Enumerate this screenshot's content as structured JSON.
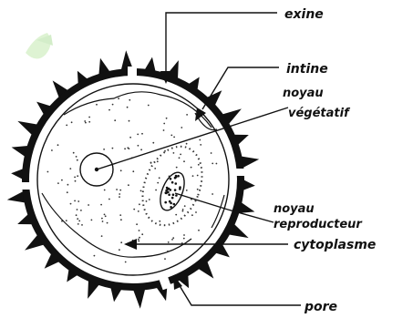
{
  "labels": {
    "exine": "exine",
    "intine": "intine",
    "noyau_vegetatif_line1": "noyau",
    "noyau_vegetatif_line2": "végétatif",
    "noyau_reproducteur_line1": "noyau",
    "noyau_reproducteur_line2": "reproducteur",
    "cytoplasme": "cytoplasme",
    "pore": "pore"
  },
  "colors": {
    "ink": "#111111",
    "watermark": "#b8e6a0"
  }
}
